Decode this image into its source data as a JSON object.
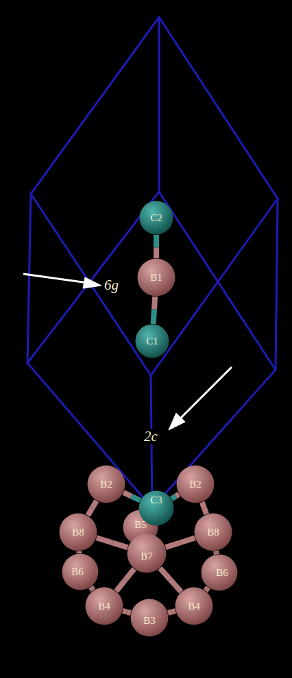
{
  "diagram": {
    "nodes": [
      {
        "text": [
          "C2"
        ]
      },
      {
        "text": [
          "B1"
        ]
      },
      {
        "text": [
          "C1"
        ]
      },
      {
        "text": [
          "B2"
        ]
      },
      {
        "text": [
          "C3"
        ]
      },
      {
        "text": [
          "B2"
        ]
      },
      {
        "text": [
          "B8"
        ]
      },
      {
        "text": [
          "B5"
        ]
      },
      {
        "text": [
          "B8"
        ]
      },
      {
        "text": [
          "B6"
        ]
      },
      {
        "text": [
          "B7"
        ]
      },
      {
        "text": [
          "B6"
        ]
      },
      {
        "text": [
          "B4"
        ]
      },
      {
        "text": [
          "B3"
        ]
      },
      {
        "text": [
          "B4"
        ]
      }
    ],
    "edges": [
      {
        "from": 0,
        "to": 1,
        "arrow": "none"
      },
      {
        "from": 1,
        "to": 2,
        "arrow": "none"
      },
      {
        "from": 4,
        "to": 3,
        "arrow": "none"
      },
      {
        "from": 4,
        "to": 5,
        "arrow": "none"
      },
      {
        "from": 4,
        "to": 7,
        "arrow": "none"
      },
      {
        "from": 4,
        "to": 10,
        "arrow": "none"
      },
      {
        "from": 3,
        "to": 6,
        "arrow": "none"
      },
      {
        "from": 5,
        "to": 8,
        "arrow": "none"
      },
      {
        "from": 6,
        "to": 10,
        "arrow": "none"
      },
      {
        "from": 8,
        "to": 10,
        "arrow": "none"
      },
      {
        "from": 6,
        "to": 9,
        "arrow": "none"
      },
      {
        "from": 8,
        "to": 11,
        "arrow": "none"
      },
      {
        "from": 9,
        "to": 12,
        "arrow": "none"
      },
      {
        "from": 11,
        "to": 14,
        "arrow": "none"
      },
      {
        "from": 12,
        "to": 13,
        "arrow": "none"
      },
      {
        "from": 13,
        "to": 14,
        "arrow": "none"
      },
      {
        "from": 10,
        "to": 12,
        "arrow": "none"
      },
      {
        "from": 10,
        "to": 14,
        "arrow": "none"
      }
    ],
    "labels": [
      "6g",
      "2c"
    ]
  }
}
